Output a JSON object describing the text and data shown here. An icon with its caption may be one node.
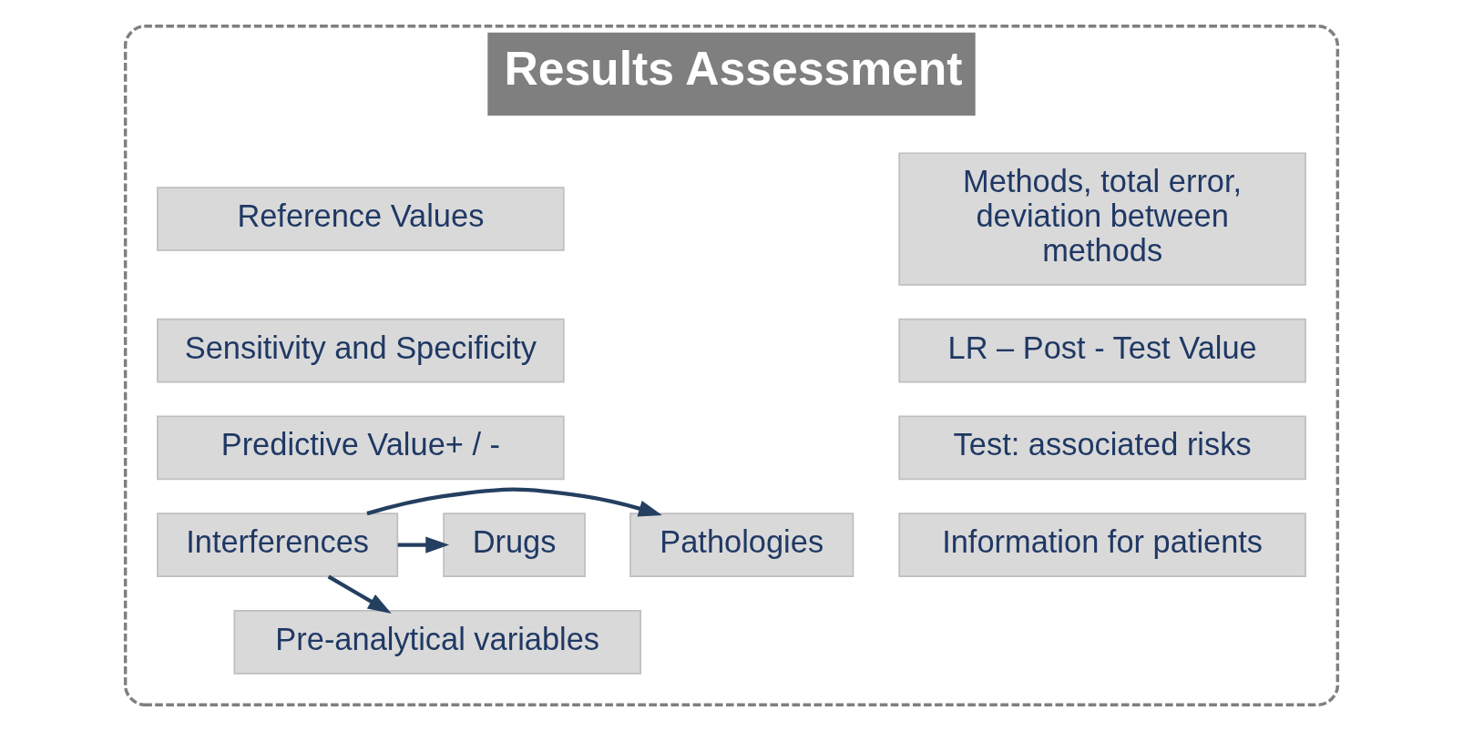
{
  "diagram": {
    "nodes": [
      {
        "text": [
          "Results Assessment"
        ]
      },
      {
        "text": [
          "Reference Values"
        ],
        "in": 0
      },
      {
        "text": [
          "Sensitivity and Specificity"
        ],
        "in": 0
      },
      {
        "text": [
          "Predictive Value+ / -"
        ],
        "in": 0
      },
      {
        "text": [
          "Interferences"
        ],
        "in": 0
      },
      {
        "text": [
          "Drugs"
        ],
        "in": 0
      },
      {
        "text": [
          "Pre-analytical variables"
        ],
        "in": 0
      },
      {
        "text": [
          "Pathologies"
        ],
        "in": 0
      },
      {
        "text": [
          "Methods, total error, deviation between methods"
        ],
        "in": 0
      },
      {
        "text": [
          "LR – Post - Test Value"
        ],
        "in": 0
      },
      {
        "text": [
          "Test: associated risks"
        ],
        "in": 0
      },
      {
        "text": [
          "Information for patients"
        ],
        "in": 0
      }
    ],
    "edges": [
      {
        "from": 4,
        "to": 5,
        "arrow": "to"
      },
      {
        "from": 4,
        "to": 6,
        "arrow": "to"
      },
      {
        "from": 4,
        "to": 7,
        "arrow": "to"
      }
    ]
  }
}
